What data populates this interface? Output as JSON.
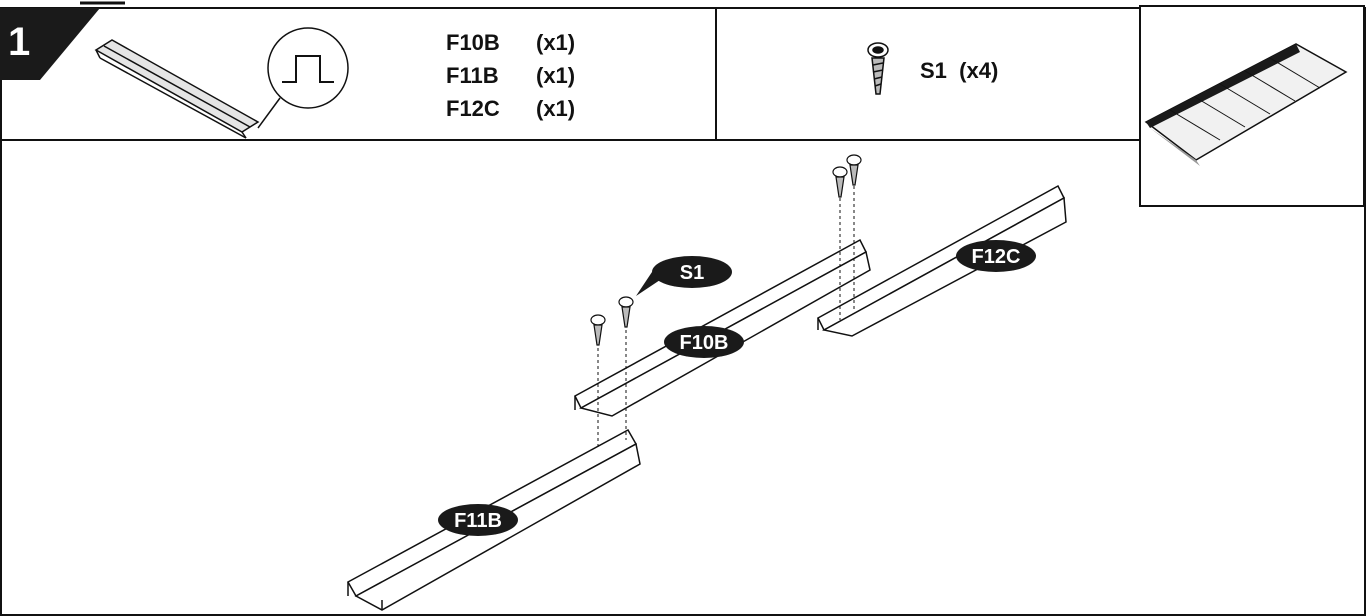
{
  "step": {
    "number": "1"
  },
  "parts": [
    {
      "code": "F10B",
      "qty": "(x1)"
    },
    {
      "code": "F11B",
      "qty": "(x1)"
    },
    {
      "code": "F12C",
      "qty": "(x1)"
    }
  ],
  "hardware": {
    "code": "S1",
    "qty": "(x4)"
  },
  "callouts": {
    "f10b": "F10B",
    "f11b": "F11B",
    "f12c": "F12C",
    "s1": "S1"
  },
  "colors": {
    "ink": "#111111",
    "paper": "#ffffff",
    "frame-accent": "#1a1a1a"
  },
  "icons": [
    "rail-profile-icon",
    "hat-profile-icon",
    "screw-icon",
    "frame-preview-icon"
  ]
}
